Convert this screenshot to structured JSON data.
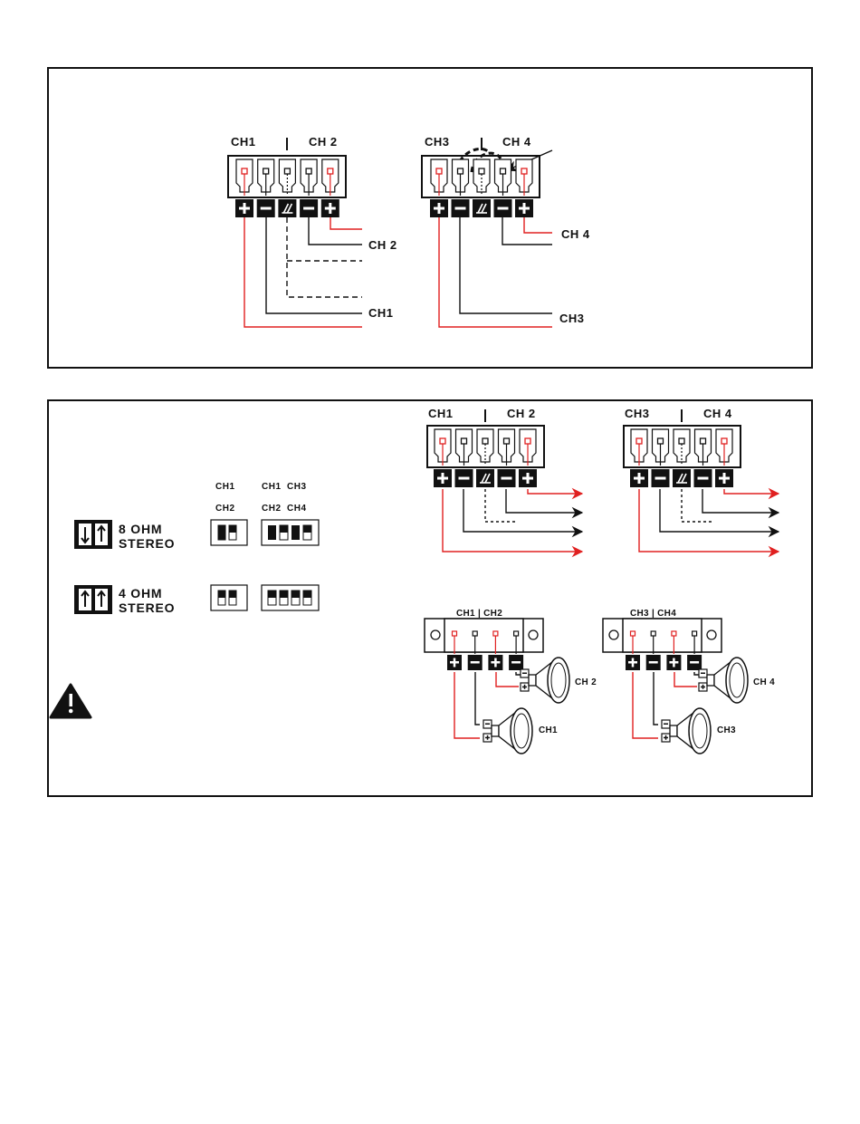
{
  "colors": {
    "red": "#e02020",
    "black": "#111111",
    "stroke": "#111111"
  },
  "panel_top": {
    "connector_left": {
      "ch_a": "CH1",
      "ch_b": "CH 2",
      "wire_label_upper": "CH 2",
      "wire_label_lower": "CH1"
    },
    "connector_right": {
      "ch_a": "CH3",
      "ch_b": "CH 4",
      "wire_label_upper": "CH 4",
      "wire_label_lower": "CH3"
    },
    "pin_symbols": [
      "+",
      "−",
      "⏚",
      "−",
      "+"
    ]
  },
  "panel_bottom": {
    "switch_headers": {
      "col1_top": "CH1",
      "col1_bottom": "CH2",
      "col2_top": "CH1  CH3",
      "col2_bottom": "CH2  CH4"
    },
    "mode_8ohm": {
      "line1": "8 OHM",
      "line2": "STEREO"
    },
    "mode_4ohm": {
      "line1": "4 OHM",
      "line2": "STEREO"
    },
    "connector_left": {
      "ch_a": "CH1",
      "ch_b": "CH 2"
    },
    "connector_right": {
      "ch_a": "CH3",
      "ch_b": "CH 4"
    },
    "plug_left": {
      "header": "CH1 | CH2",
      "speaker_upper": "CH 2",
      "speaker_lower": "CH1"
    },
    "plug_right": {
      "header": "CH3 | CH4",
      "speaker_upper": "CH 4",
      "speaker_lower": "CH3"
    },
    "icons": [
      "warning-icon",
      "switch-icon",
      "speaker-icon"
    ]
  }
}
